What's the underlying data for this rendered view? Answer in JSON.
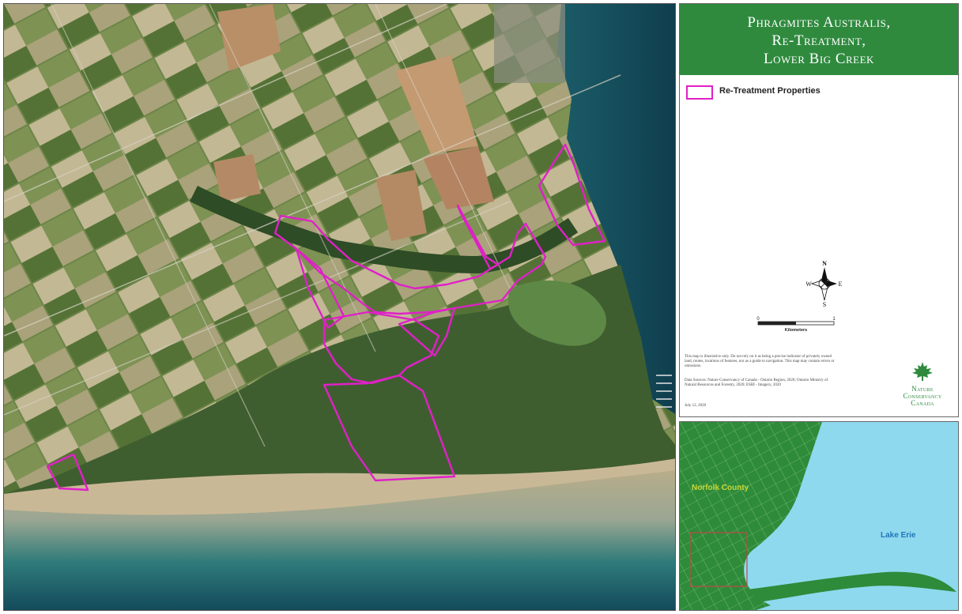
{
  "title": {
    "line1": "Phragmites Australis,",
    "line2": "Re-Treatment,",
    "line3": "Lower Big Creek"
  },
  "legend": {
    "items": [
      {
        "label": "Re-Treatment Properties",
        "color": "#e020c8"
      }
    ]
  },
  "compass": {
    "n": "N",
    "s": "S",
    "e": "E",
    "w": "W",
    "icon": "compass-rose-icon"
  },
  "scale": {
    "start": "0",
    "end": "1",
    "unit": "Kilometers"
  },
  "notes": {
    "disclaimer": "This map is illustrative only. Do not rely on it as being a precise indicator of privately owned land, routes, locations of features, nor as a guide to navigation. This map may contain errors or omissions.",
    "source": "Data Sources: Nature Conservancy of Canada - Ontario Region, 2020; Ontario Ministry of Natural Resources and Forestry, 2020; ESRI - Imagery, 2020",
    "date": "July 12, 2020"
  },
  "logo": {
    "line1": "Nature",
    "line2": "Conservancy",
    "line3": "Canada",
    "icon": "maple-leaf-icon"
  },
  "inset": {
    "county_label": "Norfolk County",
    "lake_label": "Lake Erie",
    "extent_box_color": "#c04848"
  },
  "colors": {
    "boundary": "#e020c8",
    "title_bar": "#2f8a3e",
    "land_inset": "#2e8b3a",
    "water_inset": "#8fd9ef"
  }
}
